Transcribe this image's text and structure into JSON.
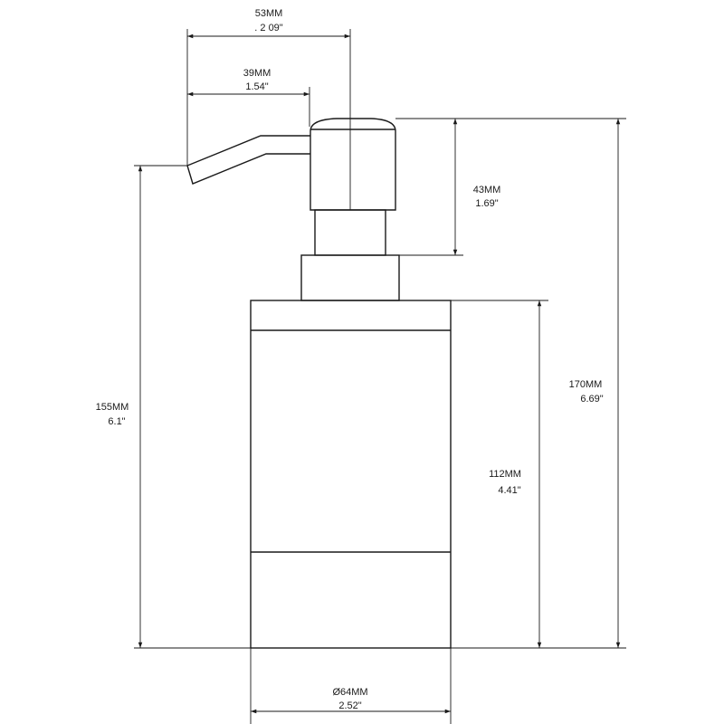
{
  "dimensions": {
    "overall_width": {
      "mm": "53MM",
      "inch": ". 2 09\""
    },
    "spout_reach": {
      "mm": "39MM",
      "inch": "1.54\""
    },
    "pump_head_height": {
      "mm": "43MM",
      "inch": "1.69\""
    },
    "spout_height": {
      "mm": "155MM",
      "inch": "6.1\""
    },
    "total_height": {
      "mm": "170MM",
      "inch": "6.69\""
    },
    "body_height": {
      "mm": "112MM",
      "inch": "4.41\""
    },
    "body_diameter": {
      "mm": "Ø64MM",
      "inch": "2.52\""
    }
  },
  "line_color": "#1a1a1a"
}
